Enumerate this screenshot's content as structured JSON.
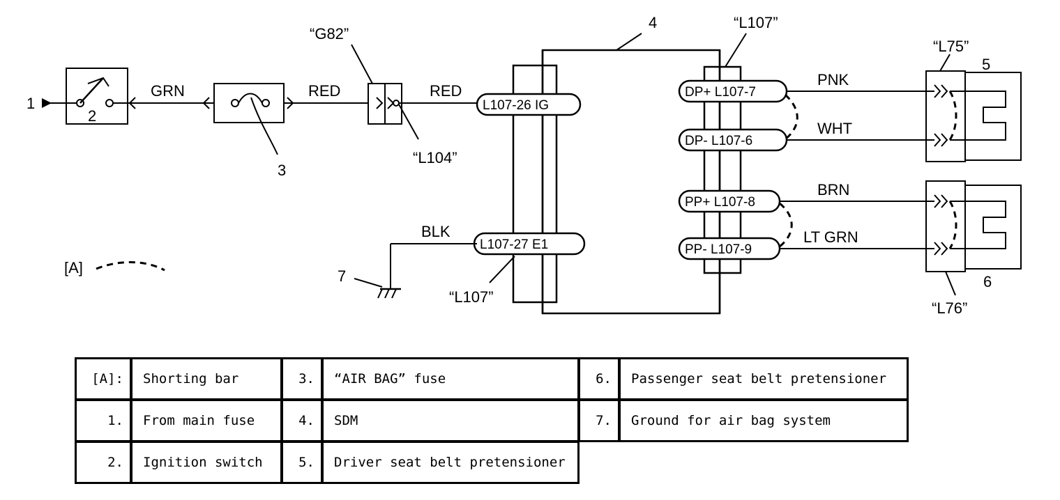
{
  "callouts": {
    "n1": "1",
    "n2": "2",
    "n3": "3",
    "n4": "4",
    "n5": "5",
    "n6": "6",
    "n7": "7",
    "shorting_bar": "[A]"
  },
  "connectors": {
    "g82": "“G82”",
    "l104": "“L104”",
    "l107_top": "“L107”",
    "l107_bottom": "“L107”",
    "l75": "“L75”",
    "l76": "“L76”"
  },
  "wires": {
    "grn": "GRN",
    "red_1": "RED",
    "red_2": "RED",
    "blk": "BLK",
    "pnk": "PNK",
    "wht": "WHT",
    "brn": "BRN",
    "lt_grn": "LT GRN"
  },
  "sdm_pins": {
    "ig": "L107-26  IG",
    "e1": "L107-27   E1",
    "dp_plus": "DP+ L107-7",
    "dp_minus": "DP-  L107-6",
    "pp_plus": "PP+ L107-8",
    "pp_minus": "PP-  L107-9"
  },
  "legend": {
    "rows": [
      [
        {
          "key": "[A]:",
          "value": "Shorting bar"
        },
        {
          "key": "3.",
          "value": "“AIR BAG” fuse"
        },
        {
          "key": "6.",
          "value": "Passenger seat belt pretensioner"
        }
      ],
      [
        {
          "key": "1.",
          "value": "From main fuse"
        },
        {
          "key": "4.",
          "value": "SDM"
        },
        {
          "key": "7.",
          "value": "Ground for air bag system"
        }
      ],
      [
        {
          "key": "2.",
          "value": "Ignition switch"
        },
        {
          "key": "5.",
          "value": "Driver seat belt pretensioner"
        }
      ]
    ]
  }
}
